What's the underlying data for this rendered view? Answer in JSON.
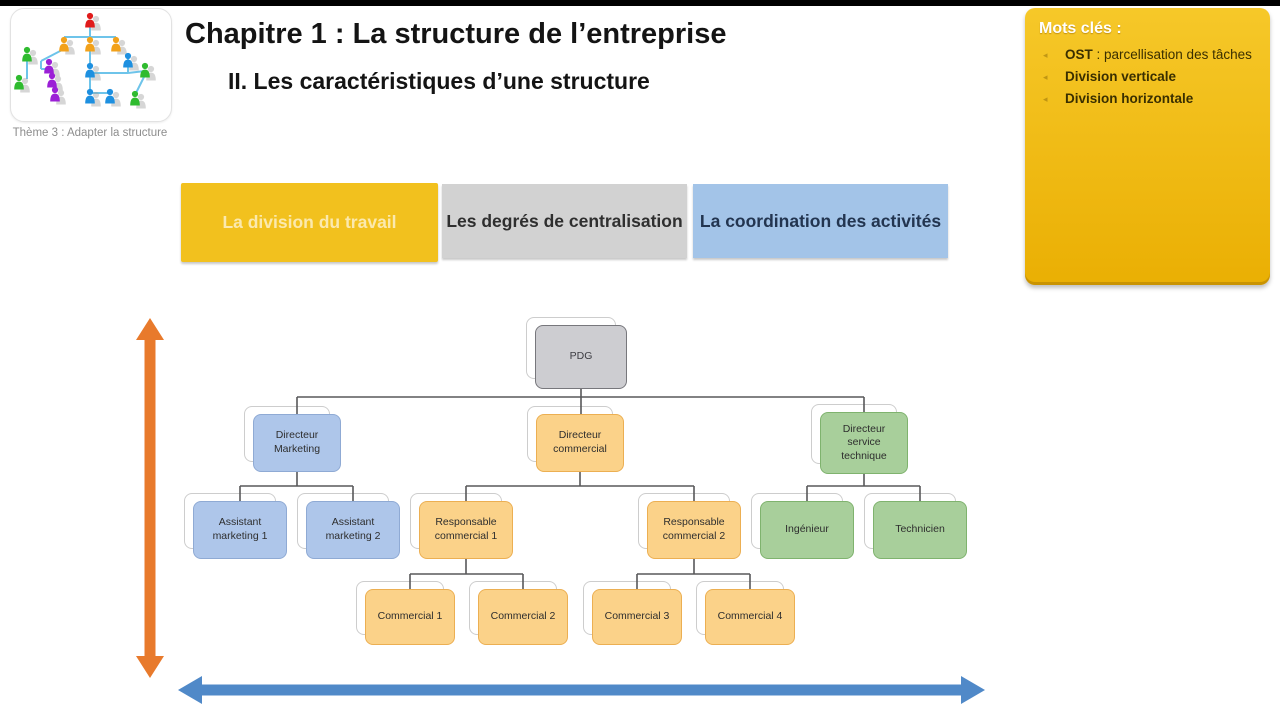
{
  "window": {
    "top_bar_color": "#000000",
    "background": "#ffffff"
  },
  "header": {
    "title": "Chapitre 1 : La structure de l’entreprise",
    "subtitle": "II. Les caractéristiques d’une structure",
    "logo_icon": "org-chart-people",
    "logo_caption": "Thème 3 : Adapter la structure"
  },
  "keywords": {
    "title": "Mots clés :",
    "bullet_glyph": "◂",
    "items": [
      {
        "term": "OST",
        "rest": " : parcellisation des tâches"
      },
      {
        "term": "Division verticale",
        "rest": ""
      },
      {
        "term": "Division horizontale",
        "rest": ""
      }
    ]
  },
  "tabs": [
    {
      "label": "La division du travail",
      "active": true
    },
    {
      "label": "Les degrés de centralisation",
      "active": false
    },
    {
      "label": "La coordination des activités",
      "active": false
    }
  ],
  "org": {
    "nodes": [
      {
        "id": "pdg",
        "label": "PDG",
        "level": 1,
        "parent": null,
        "color_group": "gray"
      },
      {
        "id": "dir-marketing",
        "label": "Directeur Marketing",
        "level": 2,
        "parent": "pdg",
        "color_group": "blue"
      },
      {
        "id": "dir-commercial",
        "label": "Directeur commercial",
        "level": 2,
        "parent": "pdg",
        "color_group": "orange"
      },
      {
        "id": "dir-technique",
        "label": "Directeur service technique",
        "level": 2,
        "parent": "pdg",
        "color_group": "green"
      },
      {
        "id": "assistant-1",
        "label": "Assistant marketing 1",
        "level": 3,
        "parent": "dir-marketing",
        "color_group": "blue"
      },
      {
        "id": "assistant-2",
        "label": "Assistant marketing 2",
        "level": 3,
        "parent": "dir-marketing",
        "color_group": "blue"
      },
      {
        "id": "responsable-1",
        "label": "Responsable commercial 1",
        "level": 3,
        "parent": "dir-commercial",
        "color_group": "orange"
      },
      {
        "id": "responsable-2",
        "label": "Responsable commercial 2",
        "level": 3,
        "parent": "dir-commercial",
        "color_group": "orange"
      },
      {
        "id": "ingenieur",
        "label": "Ingénieur",
        "level": 3,
        "parent": "dir-technique",
        "color_group": "green"
      },
      {
        "id": "technicien",
        "label": "Technicien",
        "level": 3,
        "parent": "dir-technique",
        "color_group": "green"
      },
      {
        "id": "commercial-1",
        "label": "Commercial 1",
        "level": 4,
        "parent": "responsable-1",
        "color_group": "orange"
      },
      {
        "id": "commercial-2",
        "label": "Commercial 2",
        "level": 4,
        "parent": "responsable-1",
        "color_group": "orange"
      },
      {
        "id": "commercial-3",
        "label": "Commercial 3",
        "level": 4,
        "parent": "responsable-2",
        "color_group": "orange"
      },
      {
        "id": "commercial-4",
        "label": "Commercial 4",
        "level": 4,
        "parent": "responsable-2",
        "color_group": "orange"
      }
    ]
  },
  "arrows": {
    "vertical": {
      "orientation": "vertical",
      "color": "#e87a2c",
      "meaning": "division verticale axis"
    },
    "horizontal": {
      "orientation": "horizontal",
      "color": "#5089c8",
      "meaning": "division horizontale axis"
    }
  },
  "palette": {
    "tab-gold": "#f2c11e",
    "tab-gray": "#d2d2d2",
    "tab-blue": "#a3c4e8",
    "tab-active-text": "#fbe9ae",
    "keywords-bg-top": "#f6c829",
    "keywords-bg-bottom": "#eaaf03",
    "keywords-text": "#3a2f00",
    "node-gray-fill": "#cdcdd1",
    "node-gray-border": "#77777c",
    "node-blue-fill": "#aec6ea",
    "node-blue-border": "#8faad4",
    "node-orange-fill": "#fbd289",
    "node-orange-border": "#ecaf52",
    "node-green-fill": "#a8cf9b",
    "node-green-border": "#7fb36e",
    "connector": "#58585a",
    "arrow-orange": "#e87a2c",
    "arrow-blue": "#5089c8"
  }
}
